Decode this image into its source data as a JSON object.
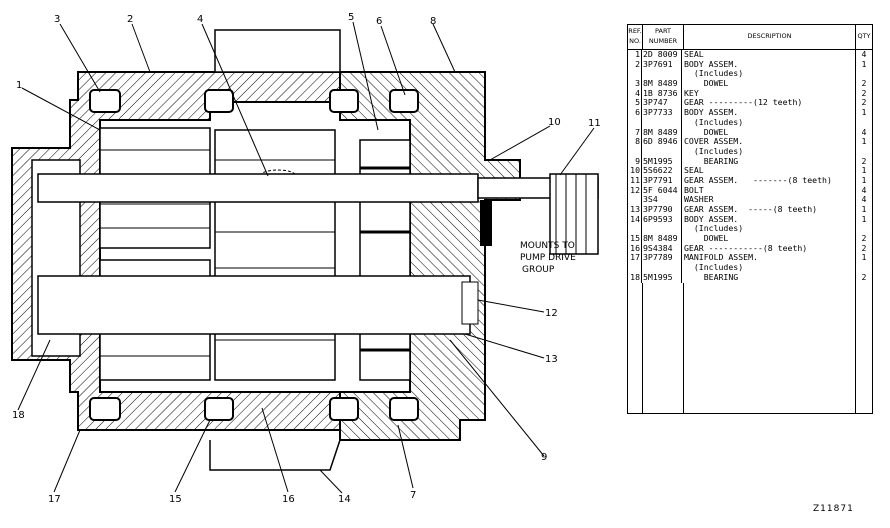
{
  "callouts": [
    "1",
    "2",
    "3",
    "4",
    "5",
    "6",
    "8",
    "10",
    "11",
    "12",
    "13",
    "9",
    "7",
    "14",
    "16",
    "15",
    "17",
    "18"
  ],
  "mount_note": [
    "MOUNTS TO",
    "PUMP DRIVE",
    "GROUP"
  ],
  "parts_list": {
    "headers": {
      "ref": "REF. NO.",
      "part": "PART NUMBER",
      "desc": "DESCRIPTION",
      "qty": "QTY"
    },
    "rows": [
      {
        "ref": "1",
        "part": "2D 8009",
        "desc": "SEAL",
        "qty": "4"
      },
      {
        "ref": "2",
        "part": "3P7691",
        "desc": "BODY ASSEM.",
        "qty": "1"
      },
      {
        "ref": "",
        "part": "",
        "desc": "  (Includes)",
        "qty": ""
      },
      {
        "ref": "3",
        "part": "8M 8489",
        "desc": "    DOWEL",
        "qty": "2"
      },
      {
        "ref": "4",
        "part": "1B 8736",
        "desc": "KEY",
        "qty": "2"
      },
      {
        "ref": "5",
        "part": "3P747",
        "desc": "GEAR ---------(12 teeth)",
        "qty": "2"
      },
      {
        "ref": "6",
        "part": "3P7733",
        "desc": "BODY ASSEM.",
        "qty": "1"
      },
      {
        "ref": "",
        "part": "",
        "desc": "  (Includes)",
        "qty": ""
      },
      {
        "ref": "7",
        "part": "8M 8489",
        "desc": "    DOWEL",
        "qty": "4"
      },
      {
        "ref": "8",
        "part": "6D 8946",
        "desc": "COVER ASSEM.",
        "qty": "1"
      },
      {
        "ref": "",
        "part": "",
        "desc": "  (Includes)",
        "qty": ""
      },
      {
        "ref": "9",
        "part": "5M1995",
        "desc": "    BEARING",
        "qty": "2"
      },
      {
        "ref": "10",
        "part": "5S6622",
        "desc": "SEAL",
        "qty": "1"
      },
      {
        "ref": "11",
        "part": "3P7791",
        "desc": "GEAR ASSEM.   -------(8 teeth)",
        "qty": "1"
      },
      {
        "ref": "12",
        "part": "5F 6044",
        "desc": "BOLT",
        "qty": "4"
      },
      {
        "ref": "",
        "part": "3S4",
        "desc": "WASHER",
        "qty": "4"
      },
      {
        "ref": "13",
        "part": "3P7790",
        "desc": "GEAR ASSEM.  -----(8 teeth)",
        "qty": "1"
      },
      {
        "ref": "14",
        "part": "6P9593",
        "desc": "BODY ASSEM.",
        "qty": "1"
      },
      {
        "ref": "",
        "part": "",
        "desc": "  (Includes)",
        "qty": ""
      },
      {
        "ref": "15",
        "part": "8M 8489",
        "desc": "    DOWEL",
        "qty": "2"
      },
      {
        "ref": "16",
        "part": "9S4384",
        "desc": "GEAR -----------(8 teeth)",
        "qty": "2"
      },
      {
        "ref": "17",
        "part": "3P7789",
        "desc": "MANIFOLD ASSEM.",
        "qty": "1"
      },
      {
        "ref": "",
        "part": "",
        "desc": "  (Includes)",
        "qty": ""
      },
      {
        "ref": "18",
        "part": "5M1995",
        "desc": "    BEARING",
        "qty": "2"
      }
    ]
  },
  "document_number": "Z11871"
}
